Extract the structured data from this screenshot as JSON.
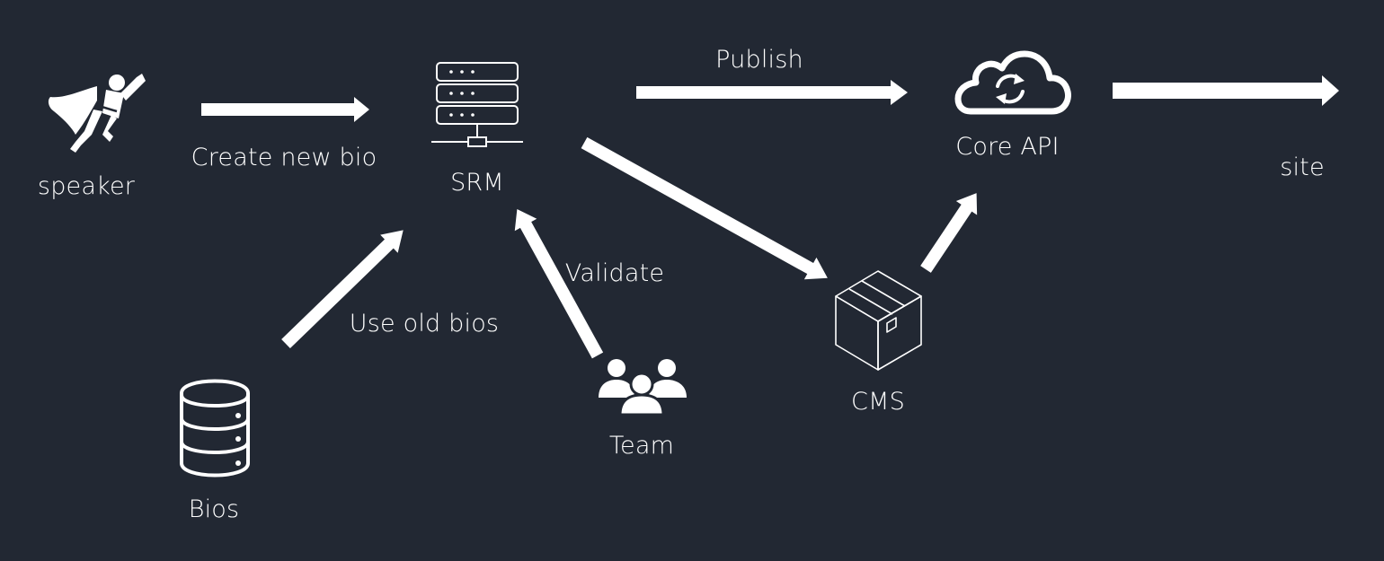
{
  "background_color": "#222833",
  "foreground_color": "#ffffff",
  "nodes": {
    "speaker": {
      "label": "speaker",
      "icon": "superhero-icon"
    },
    "srm": {
      "label": "SRM",
      "icon": "server-rack-icon"
    },
    "core_api": {
      "label": "Core API",
      "icon": "cloud-sync-icon"
    },
    "site": {
      "label": "site"
    },
    "bios": {
      "label": "Bios",
      "icon": "database-icon"
    },
    "team": {
      "label": "Team",
      "icon": "team-icon"
    },
    "cms": {
      "label": "CMS",
      "icon": "box-icon"
    }
  },
  "edges": {
    "create_new_bio": {
      "label": "Create new bio",
      "from": "speaker",
      "to": "SRM"
    },
    "publish": {
      "label": "Publish",
      "from": "SRM",
      "to": "Core API"
    },
    "to_site": {
      "from": "Core API",
      "to": "site"
    },
    "use_old_bios": {
      "label": "Use old bios",
      "from": "Bios",
      "to": "SRM"
    },
    "validate": {
      "label": "Validate",
      "from": "Team",
      "to": "SRM"
    },
    "srm_to_cms": {
      "from": "SRM",
      "to": "CMS"
    },
    "cms_to_core_api": {
      "from": "CMS",
      "to": "Core API"
    }
  }
}
